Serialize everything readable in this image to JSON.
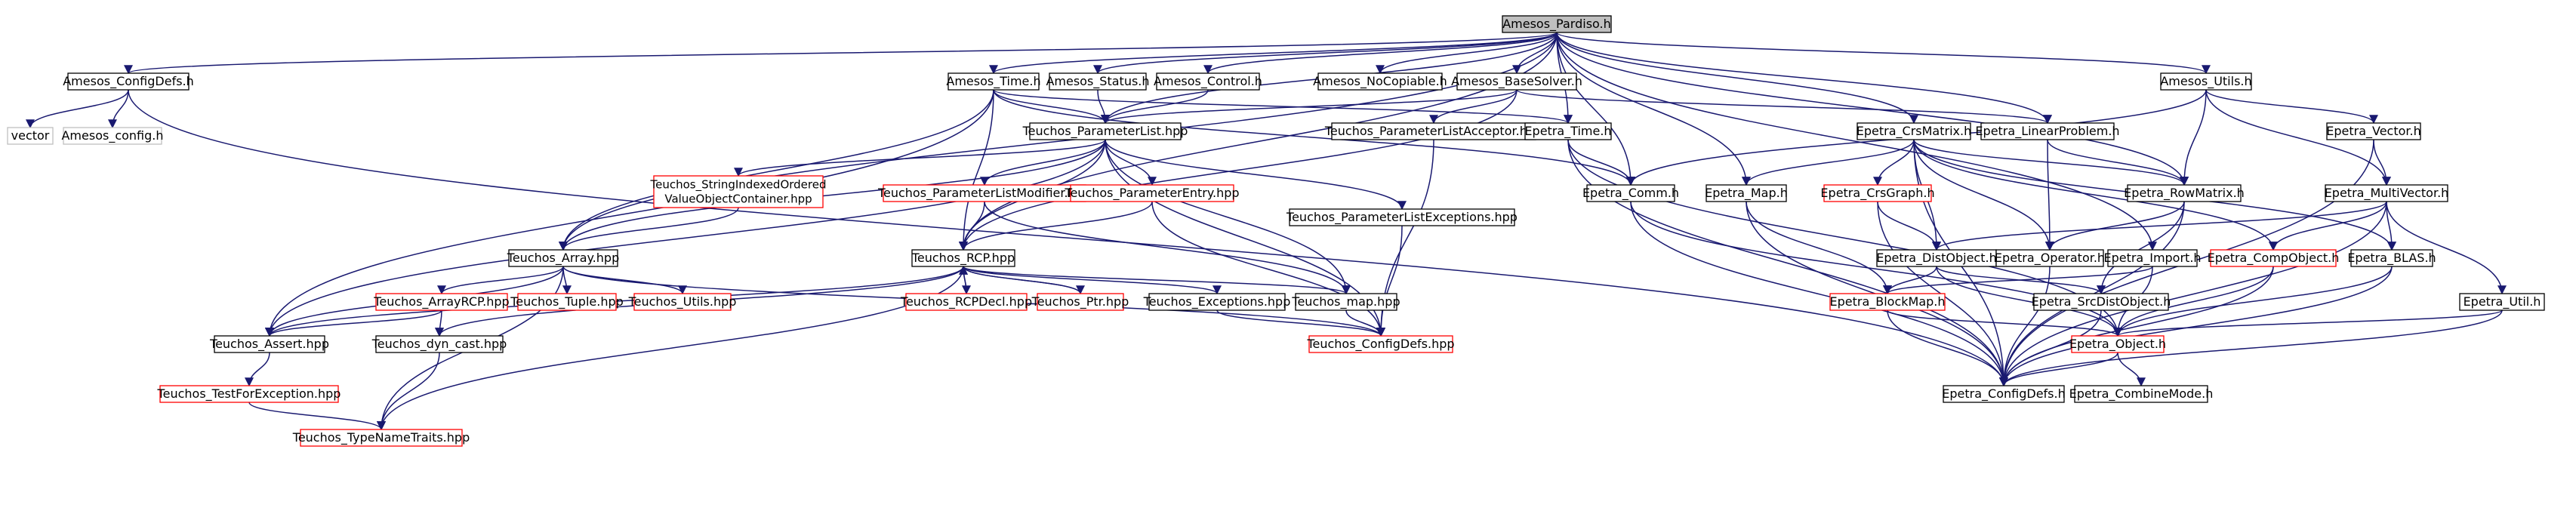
{
  "title": "Amesos_Pardiso.h",
  "colors": {
    "root_fill": "#bfbfbf",
    "node_border": "#000000",
    "missing_border": "#ff0000",
    "external_border": "#bfbfbf",
    "external_text": "#606060",
    "edge": "#191970"
  },
  "nodes": [
    {
      "id": "amesos_pardiso",
      "label": [
        "Amesos_Pardiso.h"
      ],
      "kind": "root"
    },
    {
      "id": "amesos_configdefs",
      "label": [
        "Amesos_ConfigDefs.h"
      ],
      "kind": "normal"
    },
    {
      "id": "vector",
      "label": [
        "vector"
      ],
      "kind": "external"
    },
    {
      "id": "amesos_config",
      "label": [
        "Amesos_config.h"
      ],
      "kind": "external"
    },
    {
      "id": "amesos_time",
      "label": [
        "Amesos_Time.h"
      ],
      "kind": "normal"
    },
    {
      "id": "amesos_status",
      "label": [
        "Amesos_Status.h"
      ],
      "kind": "normal"
    },
    {
      "id": "amesos_control",
      "label": [
        "Amesos_Control.h"
      ],
      "kind": "normal"
    },
    {
      "id": "amesos_noncopiable",
      "label": [
        "Amesos_NoCopiable.h"
      ],
      "kind": "normal"
    },
    {
      "id": "amesos_basesolver",
      "label": [
        "Amesos_BaseSolver.h"
      ],
      "kind": "normal"
    },
    {
      "id": "amesos_utils",
      "label": [
        "Amesos_Utils.h"
      ],
      "kind": "normal"
    },
    {
      "id": "teuchos_parameterlist",
      "label": [
        "Teuchos_ParameterList.hpp"
      ],
      "kind": "normal"
    },
    {
      "id": "teuchos_plaacceptor",
      "label": [
        "Teuchos_ParameterListAcceptor.hpp"
      ],
      "kind": "normal"
    },
    {
      "id": "epetra_time",
      "label": [
        "Epetra_Time.h"
      ],
      "kind": "normal"
    },
    {
      "id": "epetra_crsmatrix",
      "label": [
        "Epetra_CrsMatrix.h"
      ],
      "kind": "normal"
    },
    {
      "id": "epetra_linearproblem",
      "label": [
        "Epetra_LinearProblem.h"
      ],
      "kind": "normal"
    },
    {
      "id": "epetra_vector",
      "label": [
        "Epetra_Vector.h"
      ],
      "kind": "normal"
    },
    {
      "id": "teuchos_stringindexed",
      "label": [
        "Teuchos_StringIndexedOrdered",
        "ValueObjectContainer.hpp"
      ],
      "kind": "missing"
    },
    {
      "id": "teuchos_plmodifier",
      "label": [
        "Teuchos_ParameterListModifier.hpp"
      ],
      "kind": "missing"
    },
    {
      "id": "teuchos_parameterentry",
      "label": [
        "Teuchos_ParameterEntry.hpp"
      ],
      "kind": "missing"
    },
    {
      "id": "teuchos_plexceptions",
      "label": [
        "Teuchos_ParameterListExceptions.hpp"
      ],
      "kind": "normal"
    },
    {
      "id": "epetra_comm",
      "label": [
        "Epetra_Comm.h"
      ],
      "kind": "normal"
    },
    {
      "id": "epetra_map",
      "label": [
        "Epetra_Map.h"
      ],
      "kind": "normal"
    },
    {
      "id": "epetra_crsgraph",
      "label": [
        "Epetra_CrsGraph.h"
      ],
      "kind": "missing"
    },
    {
      "id": "epetra_rowmatrix",
      "label": [
        "Epetra_RowMatrix.h"
      ],
      "kind": "normal"
    },
    {
      "id": "epetra_multivector",
      "label": [
        "Epetra_MultiVector.h"
      ],
      "kind": "normal"
    },
    {
      "id": "teuchos_array",
      "label": [
        "Teuchos_Array.hpp"
      ],
      "kind": "normal"
    },
    {
      "id": "teuchos_rcp",
      "label": [
        "Teuchos_RCP.hpp"
      ],
      "kind": "normal"
    },
    {
      "id": "epetra_distobject",
      "label": [
        "Epetra_DistObject.h"
      ],
      "kind": "normal"
    },
    {
      "id": "epetra_operator",
      "label": [
        "Epetra_Operator.h"
      ],
      "kind": "normal"
    },
    {
      "id": "epetra_import",
      "label": [
        "Epetra_Import.h"
      ],
      "kind": "normal"
    },
    {
      "id": "epetra_compobject",
      "label": [
        "Epetra_CompObject.h"
      ],
      "kind": "missing"
    },
    {
      "id": "epetra_blas",
      "label": [
        "Epetra_BLAS.h"
      ],
      "kind": "normal"
    },
    {
      "id": "teuchos_arrayrcp",
      "label": [
        "Teuchos_ArrayRCP.hpp"
      ],
      "kind": "missing"
    },
    {
      "id": "teuchos_tuple",
      "label": [
        "Teuchos_Tuple.hpp"
      ],
      "kind": "missing"
    },
    {
      "id": "teuchos_utils",
      "label": [
        "Teuchos_Utils.hpp"
      ],
      "kind": "missing"
    },
    {
      "id": "teuchos_rcpdecl",
      "label": [
        "Teuchos_RCPDecl.hpp"
      ],
      "kind": "missing"
    },
    {
      "id": "teuchos_ptr",
      "label": [
        "Teuchos_Ptr.hpp"
      ],
      "kind": "missing"
    },
    {
      "id": "teuchos_exceptions",
      "label": [
        "Teuchos_Exceptions.hpp"
      ],
      "kind": "normal"
    },
    {
      "id": "teuchos_map",
      "label": [
        "Teuchos_map.hpp"
      ],
      "kind": "normal"
    },
    {
      "id": "epetra_blockmap",
      "label": [
        "Epetra_BlockMap.h"
      ],
      "kind": "missing"
    },
    {
      "id": "epetra_srcdistobject",
      "label": [
        "Epetra_SrcDistObject.h"
      ],
      "kind": "normal"
    },
    {
      "id": "epetra_util",
      "label": [
        "Epetra_Util.h"
      ],
      "kind": "normal"
    },
    {
      "id": "teuchos_assert",
      "label": [
        "Teuchos_Assert.hpp"
      ],
      "kind": "normal"
    },
    {
      "id": "teuchos_dyncast",
      "label": [
        "Teuchos_dyn_cast.hpp"
      ],
      "kind": "normal"
    },
    {
      "id": "teuchos_configdefs",
      "label": [
        "Teuchos_ConfigDefs.hpp"
      ],
      "kind": "missing"
    },
    {
      "id": "epetra_object",
      "label": [
        "Epetra_Object.h"
      ],
      "kind": "missing"
    },
    {
      "id": "teuchos_testforexception",
      "label": [
        "Teuchos_TestForException.hpp"
      ],
      "kind": "missing"
    },
    {
      "id": "epetra_configdefs",
      "label": [
        "Epetra_ConfigDefs.h"
      ],
      "kind": "normal"
    },
    {
      "id": "epetra_combinemode",
      "label": [
        "Epetra_CombineMode.h"
      ],
      "kind": "normal"
    },
    {
      "id": "teuchos_typenametraits",
      "label": [
        "Teuchos_TypeNameTraits.hpp"
      ],
      "kind": "missing"
    }
  ],
  "edges": [
    [
      "amesos_pardiso",
      "amesos_configdefs"
    ],
    [
      "amesos_pardiso",
      "amesos_time"
    ],
    [
      "amesos_pardiso",
      "amesos_status"
    ],
    [
      "amesos_pardiso",
      "amesos_control"
    ],
    [
      "amesos_pardiso",
      "amesos_noncopiable"
    ],
    [
      "amesos_pardiso",
      "amesos_basesolver"
    ],
    [
      "amesos_pardiso",
      "amesos_utils"
    ],
    [
      "amesos_pardiso",
      "teuchos_parameterlist"
    ],
    [
      "amesos_pardiso",
      "epetra_time"
    ],
    [
      "amesos_pardiso",
      "epetra_crsmatrix"
    ],
    [
      "amesos_pardiso",
      "epetra_linearproblem"
    ],
    [
      "amesos_pardiso",
      "epetra_comm"
    ],
    [
      "amesos_pardiso",
      "epetra_map"
    ],
    [
      "amesos_pardiso",
      "epetra_rowmatrix"
    ],
    [
      "amesos_pardiso",
      "epetra_import"
    ],
    [
      "amesos_pardiso",
      "teuchos_array"
    ],
    [
      "amesos_pardiso",
      "teuchos_rcp"
    ],
    [
      "amesos_configdefs",
      "vector"
    ],
    [
      "amesos_configdefs",
      "amesos_config"
    ],
    [
      "amesos_configdefs",
      "epetra_configdefs"
    ],
    [
      "amesos_time",
      "teuchos_parameterlist"
    ],
    [
      "amesos_time",
      "epetra_time"
    ],
    [
      "amesos_time",
      "epetra_comm"
    ],
    [
      "amesos_time",
      "teuchos_array"
    ],
    [
      "amesos_time",
      "teuchos_rcp"
    ],
    [
      "amesos_time",
      "teuchos_assert"
    ],
    [
      "amesos_status",
      "teuchos_parameterlist"
    ],
    [
      "amesos_control",
      "teuchos_parameterlist"
    ],
    [
      "amesos_basesolver",
      "teuchos_parameterlist"
    ],
    [
      "amesos_basesolver",
      "teuchos_plaacceptor"
    ],
    [
      "amesos_basesolver",
      "epetra_linearproblem"
    ],
    [
      "amesos_basesolver",
      "teuchos_rcp"
    ],
    [
      "amesos_utils",
      "epetra_rowmatrix"
    ],
    [
      "amesos_utils",
      "epetra_vector"
    ],
    [
      "amesos_utils",
      "epetra_comm"
    ],
    [
      "amesos_utils",
      "epetra_multivector"
    ],
    [
      "teuchos_parameterlist",
      "teuchos_stringindexed"
    ],
    [
      "teuchos_parameterlist",
      "teuchos_plmodifier"
    ],
    [
      "teuchos_parameterlist",
      "teuchos_parameterentry"
    ],
    [
      "teuchos_parameterlist",
      "teuchos_plexceptions"
    ],
    [
      "teuchos_parameterlist",
      "teuchos_rcp"
    ],
    [
      "teuchos_parameterlist",
      "teuchos_array"
    ],
    [
      "teuchos_parameterlist",
      "teuchos_assert"
    ],
    [
      "teuchos_parameterlist",
      "teuchos_configdefs"
    ],
    [
      "teuchos_parameterlist",
      "teuchos_map"
    ],
    [
      "teuchos_plaacceptor",
      "teuchos_configdefs"
    ],
    [
      "epetra_time",
      "epetra_comm"
    ],
    [
      "epetra_time",
      "epetra_object"
    ],
    [
      "epetra_time",
      "epetra_configdefs"
    ],
    [
      "epetra_crsmatrix",
      "epetra_distobject"
    ],
    [
      "epetra_crsmatrix",
      "epetra_crsgraph"
    ],
    [
      "epetra_crsmatrix",
      "epetra_map"
    ],
    [
      "epetra_crsmatrix",
      "epetra_operator"
    ],
    [
      "epetra_crsmatrix",
      "epetra_rowmatrix"
    ],
    [
      "epetra_crsmatrix",
      "epetra_blas"
    ],
    [
      "epetra_crsmatrix",
      "epetra_compobject"
    ],
    [
      "epetra_crsmatrix",
      "epetra_configdefs"
    ],
    [
      "epetra_linearproblem",
      "epetra_rowmatrix"
    ],
    [
      "epetra_linearproblem",
      "epetra_operator"
    ],
    [
      "epetra_vector",
      "epetra_multivector"
    ],
    [
      "epetra_vector",
      "epetra_configdefs"
    ],
    [
      "teuchos_stringindexed",
      "teuchos_array"
    ],
    [
      "teuchos_plmodifier",
      "teuchos_rcp"
    ],
    [
      "teuchos_plmodifier",
      "teuchos_map"
    ],
    [
      "teuchos_parameterentry",
      "teuchos_rcp"
    ],
    [
      "teuchos_parameterentry",
      "teuchos_configdefs"
    ],
    [
      "teuchos_plexceptions",
      "teuchos_configdefs"
    ],
    [
      "epetra_comm",
      "epetra_object"
    ],
    [
      "epetra_comm",
      "epetra_configdefs"
    ],
    [
      "epetra_map",
      "epetra_blockmap"
    ],
    [
      "epetra_map",
      "epetra_configdefs"
    ],
    [
      "epetra_crsgraph",
      "epetra_distobject"
    ],
    [
      "epetra_crsgraph",
      "epetra_configdefs"
    ],
    [
      "epetra_rowmatrix",
      "epetra_operator"
    ],
    [
      "epetra_rowmatrix",
      "epetra_srcdistobject"
    ],
    [
      "epetra_rowmatrix",
      "epetra_configdefs"
    ],
    [
      "epetra_multivector",
      "epetra_distobject"
    ],
    [
      "epetra_multivector",
      "epetra_compobject"
    ],
    [
      "epetra_multivector",
      "epetra_blas"
    ],
    [
      "epetra_multivector",
      "epetra_util"
    ],
    [
      "epetra_multivector",
      "epetra_configdefs"
    ],
    [
      "teuchos_array",
      "teuchos_assert"
    ],
    [
      "teuchos_array",
      "teuchos_arrayrcp"
    ],
    [
      "teuchos_array",
      "teuchos_tuple"
    ],
    [
      "teuchos_array",
      "teuchos_utils"
    ],
    [
      "teuchos_array",
      "teuchos_typenametraits"
    ],
    [
      "teuchos_array",
      "teuchos_configdefs"
    ],
    [
      "teuchos_rcp",
      "teuchos_rcpdecl"
    ],
    [
      "teuchos_rcp",
      "teuchos_ptr"
    ],
    [
      "teuchos_rcp",
      "teuchos_exceptions"
    ],
    [
      "teuchos_rcp",
      "teuchos_map"
    ],
    [
      "teuchos_rcp",
      "teuchos_assert"
    ],
    [
      "teuchos_rcp",
      "teuchos_dyncast"
    ],
    [
      "teuchos_rcp",
      "teuchos_typenametraits"
    ],
    [
      "teuchos_ptr",
      "teuchos_rcp"
    ],
    [
      "teuchos_rcpdecl",
      "teuchos_rcp"
    ],
    [
      "epetra_distobject",
      "epetra_blockmap"
    ],
    [
      "epetra_distobject",
      "epetra_srcdistobject"
    ],
    [
      "epetra_distobject",
      "epetra_object"
    ],
    [
      "epetra_operator",
      "epetra_configdefs"
    ],
    [
      "epetra_import",
      "epetra_blockmap"
    ],
    [
      "epetra_import",
      "epetra_object"
    ],
    [
      "epetra_compobject",
      "epetra_object"
    ],
    [
      "epetra_compobject",
      "epetra_configdefs"
    ],
    [
      "epetra_blas",
      "epetra_object"
    ],
    [
      "epetra_blas",
      "epetra_configdefs"
    ],
    [
      "teuchos_arrayrcp",
      "teuchos_assert"
    ],
    [
      "teuchos_arrayrcp",
      "teuchos_dyncast"
    ],
    [
      "teuchos_exceptions",
      "teuchos_configdefs"
    ],
    [
      "teuchos_map",
      "teuchos_configdefs"
    ],
    [
      "epetra_blockmap",
      "epetra_object"
    ],
    [
      "epetra_blockmap",
      "epetra_configdefs"
    ],
    [
      "epetra_srcdistobject",
      "epetra_configdefs"
    ],
    [
      "epetra_util",
      "epetra_object"
    ],
    [
      "epetra_util",
      "epetra_configdefs"
    ],
    [
      "teuchos_assert",
      "teuchos_testforexception"
    ],
    [
      "teuchos_dyncast",
      "teuchos_typenametraits"
    ],
    [
      "teuchos_testforexception",
      "teuchos_typenametraits"
    ],
    [
      "epetra_object",
      "epetra_configdefs"
    ],
    [
      "epetra_object",
      "epetra_combinemode"
    ]
  ]
}
